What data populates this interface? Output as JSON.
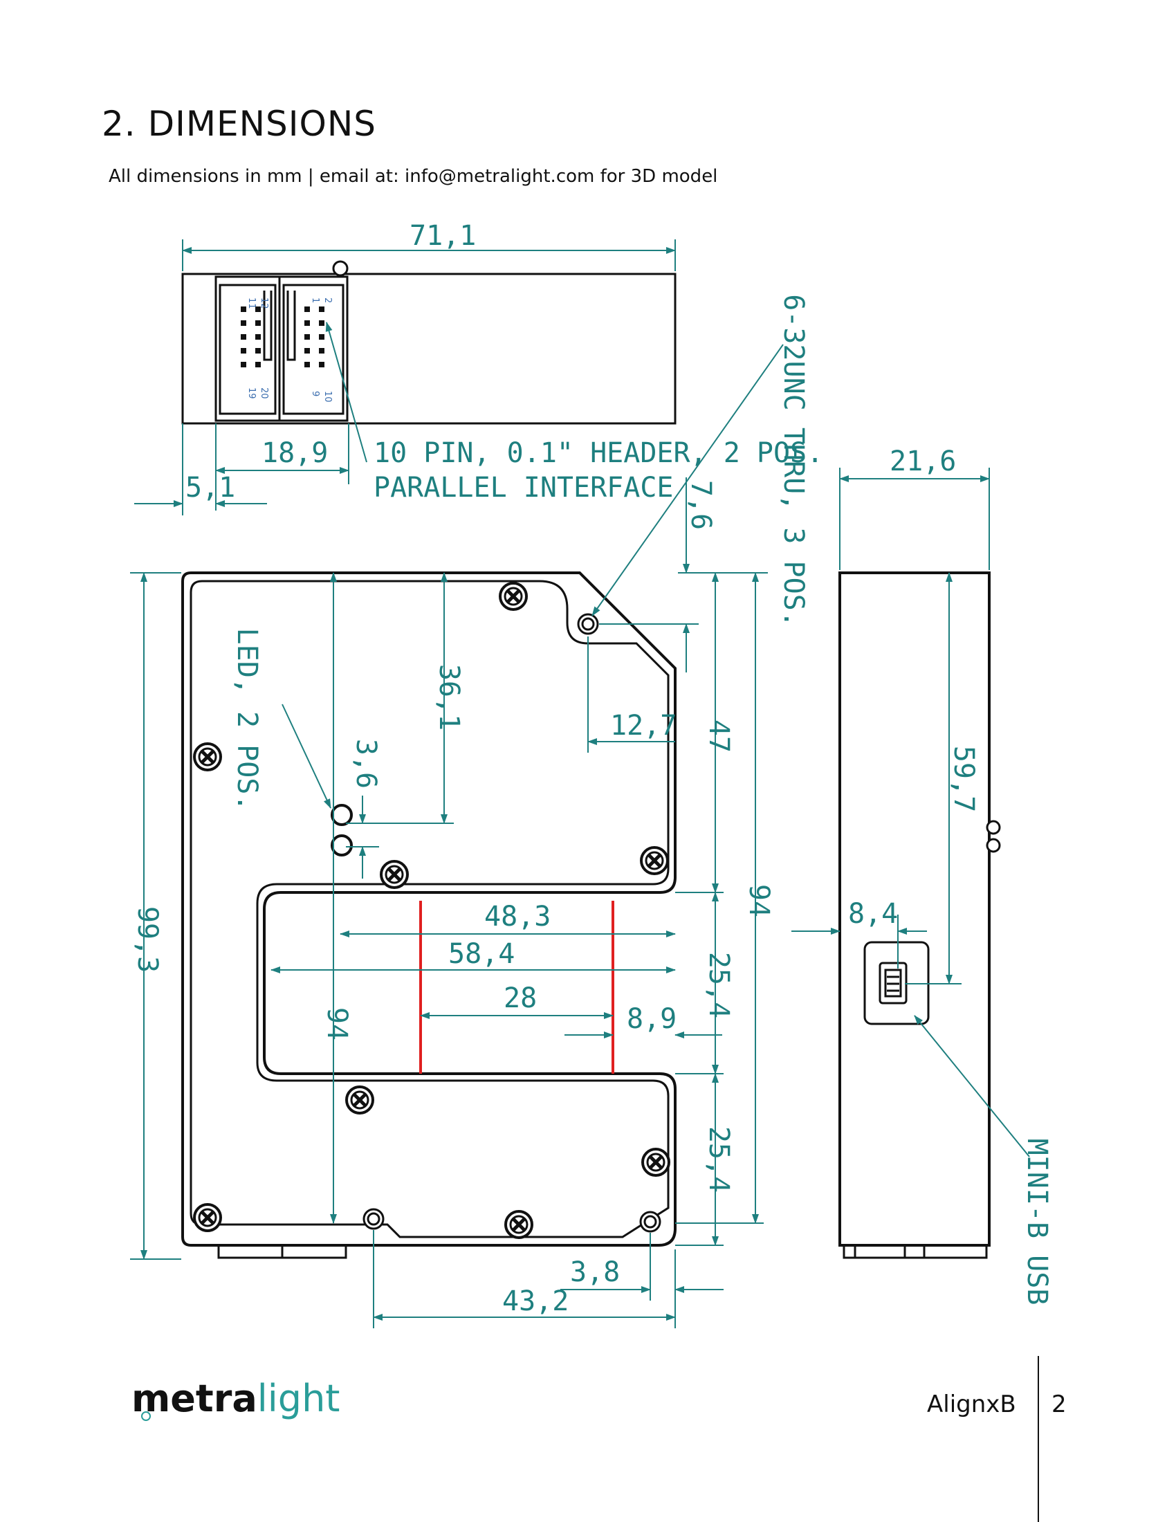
{
  "header": {
    "title": "2. DIMENSIONS",
    "subtitle": "All dimensions in mm | email at: info@metralight.com for 3D model"
  },
  "drawing": {
    "dimensions": {
      "overall_width": "71,1",
      "header_span": "18,9",
      "header_offset": "5,1",
      "side_depth": "21,6",
      "hole_offset_top": "7,6",
      "height_36": "36,1",
      "led_spacing": "3,6",
      "hole_offset_x": "12,7",
      "upper_arm_height": "47",
      "total_height_right": "94",
      "overall_height": "99,3",
      "inner_left": "94",
      "slot_width_483": "48,3",
      "slot_width_584": "58,4",
      "slot_gap": "28",
      "slot_offset": "8,9",
      "slot_height": "25,4",
      "lower_arm_height": "25,4",
      "bottom_hole_x": "3,8",
      "bottom_span": "43,2",
      "usb_height": "59,7",
      "usb_offset": "8,4"
    },
    "labels": {
      "header_line1": "10 PIN, 0.1\" HEADER, 2 POS.",
      "header_line2": "PARALLEL INTERFACE",
      "thread": "6-32UNC THRU, 3 POS.",
      "led": "LED, 2 POS.",
      "usb": "MINI-B USB"
    },
    "pins": {
      "left_top_a": "12",
      "left_top_b": "11",
      "left_bottom_a": "20",
      "left_bottom_b": "19",
      "right_top_a": "2",
      "right_top_b": "1",
      "right_bottom_a": "10",
      "right_bottom_b": "9"
    },
    "colors": {
      "dimension": "#1e7f7f",
      "outline": "#111111",
      "slot_marker": "#e02020"
    }
  },
  "footer": {
    "logo_bold": "metra",
    "logo_light": "light",
    "product": "AlignxB",
    "page": "2"
  }
}
